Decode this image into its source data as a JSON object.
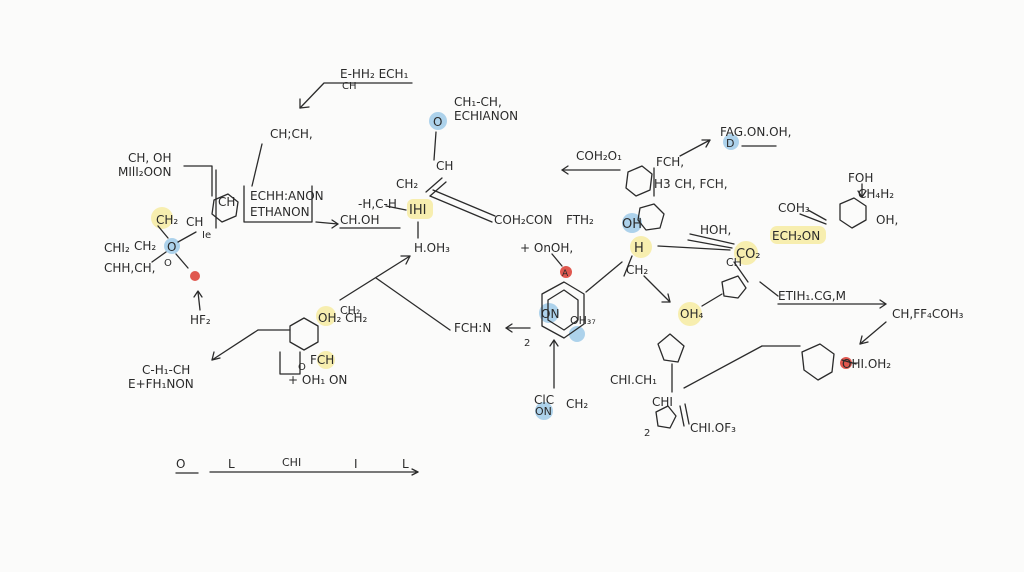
{
  "labels": {
    "l1": "E-HH₂ ECH₁",
    "l2": "CH",
    "l3": "CH₁-CH,",
    "l4": "ECHIANON",
    "l5": "O",
    "l6": "CH;CH,",
    "l7": "CH, OH",
    "l8": "MIlI₂OON",
    "l9": "CH",
    "l10": "ECHH:ANON",
    "l11": "ETHANON",
    "l12": "CH₂",
    "l13": "CH",
    "l14": "Ie",
    "l15": "CHI₂",
    "l16": "CH₂",
    "l17": "O",
    "l18": "CHH,CH,",
    "l19": "O",
    "l20": "HF₂",
    "l21": "CH",
    "l22": "CH₂",
    "l23": "-H,C-H",
    "l24": "IHI",
    "l25": "CH.OH",
    "l26": "COH₂CON",
    "l27": "FTH₂",
    "l28": "H.OH₃",
    "l29": "COH₂O₁",
    "l30": "FCH,",
    "l31": "H3 CH, FCH,",
    "l32": "FAG.ON.OH,",
    "l33": "D",
    "l34": "OH",
    "l35": "+ OnOH,",
    "l36": "A",
    "l37": "H",
    "l38": "HOH,",
    "l39": "CO₂",
    "l40": "ECH₂ON",
    "l41": "CH₂",
    "l42": "FOH",
    "l43": "CH₄H₂",
    "l44": "COH₃",
    "l45": "OH,",
    "l46": "CH",
    "l47": "ETIH₁.CG,M",
    "l48": "CH₂",
    "l49": "OH₂ CH₂",
    "l50": "FCH:N",
    "l51": "ON",
    "l52": "OH₃₇",
    "l53": "2",
    "l54": "OH₄",
    "l55": "CH,FF₄COH₃",
    "l56": "C-H₁-CH",
    "l57": "E+FH₁NON",
    "l58": "O",
    "l59": "FCH",
    "l60": "+ OH₁ ON",
    "l61": "ClC",
    "l62": "CH₂",
    "l63": "ON",
    "l64": "CHI.CH₁",
    "l65": "CHI",
    "l66": "2",
    "l67": "CHI.OF₃",
    "l68": "OHI.OH₂",
    "l69": "O",
    "l70": "L",
    "l71": "CHI",
    "l72": "I",
    "l73": "L"
  },
  "colors": {
    "ink": "#2b2b2b",
    "highlight_yellow": "#f6eca6",
    "highlight_blue": "#a9d0ea",
    "highlight_red": "#e0584f"
  }
}
